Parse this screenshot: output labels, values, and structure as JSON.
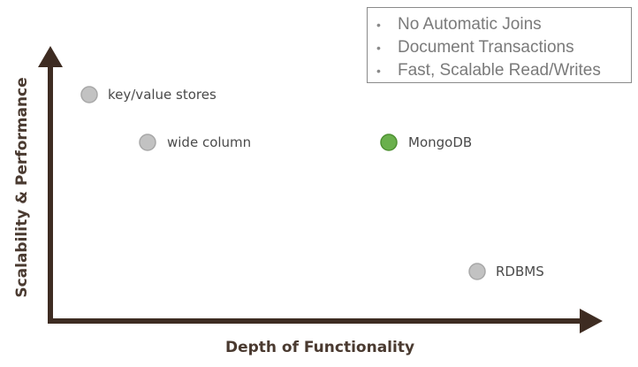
{
  "x_axis_label": "Depth of Functionality",
  "y_axis_label": "Scalability & Performance",
  "feature_box": {
    "items": [
      "No Automatic Joins",
      "Document Transactions",
      "Fast, Scalable Read/Writes"
    ]
  },
  "points": [
    {
      "label": "key/value stores",
      "color": "#c2c2c2"
    },
    {
      "label": "wide column",
      "color": "#c2c2c2"
    },
    {
      "label": "MongoDB",
      "color": "#6ab04c"
    },
    {
      "label": "RDBMS",
      "color": "#c2c2c2"
    }
  ],
  "colors": {
    "axis": "#3e2c22",
    "marker_stroke": "#a8a8a8",
    "highlight_stroke": "#4e9132"
  }
}
